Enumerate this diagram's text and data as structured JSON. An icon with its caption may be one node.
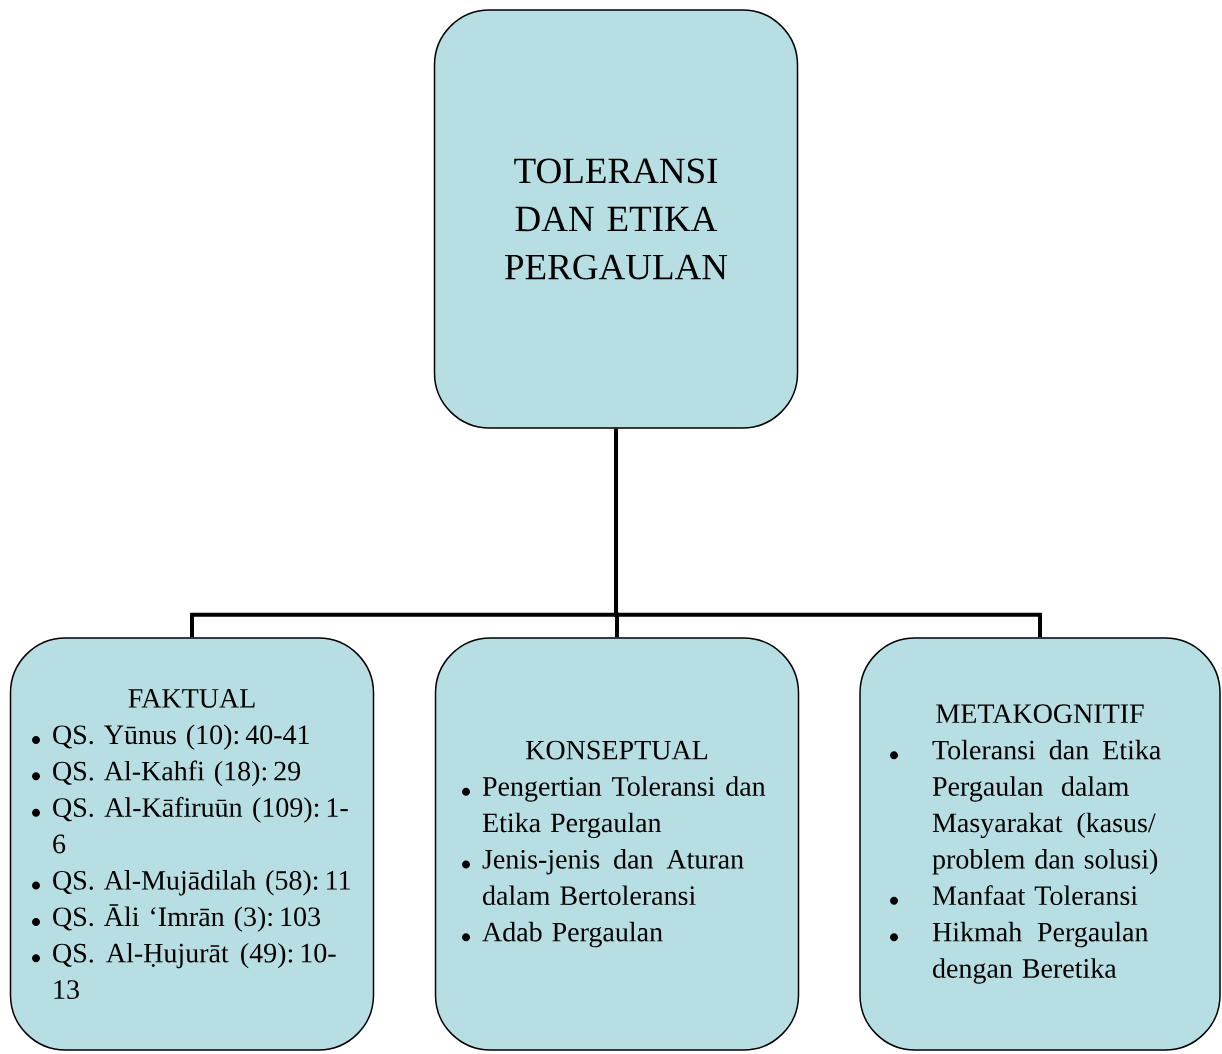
{
  "diagram": {
    "nodes": [
      {
        "text": [
          "TOLERANSI DAN ETIKA PERGAULAN"
        ]
      },
      {
        "text": [
          "FAKTUAL",
          "QS. Yūnus (10): 40-41",
          "QS. Al-Kahfi (18): 29",
          "QS. Al-Kāfiruūn (109): 1-6",
          "QS. Al-Mujādilah (58): 11",
          "QS. Āli ‘Imrān (3): 103",
          "QS. Al-Ḥujurāt (49): 10-13"
        ]
      },
      {
        "text": [
          "KONSEPTUAL",
          "Pengertian Toleransi dan Etika Pergaulan",
          "Jenis-jenis dan Aturan dalam Bertoleransi",
          "Adab Pergaulan"
        ]
      },
      {
        "text": [
          "METAKOGNITIF",
          "Toleransi dan Etika Pergaulan dalam Masyarakat (kasus/ problem dan solusi)",
          "Manfaat Toleransi",
          "Hikmah Pergaulan dengan Beretika"
        ]
      }
    ],
    "edges": [
      {
        "from": 0,
        "to": 1,
        "arrow": "none"
      },
      {
        "from": 0,
        "to": 2,
        "arrow": "none"
      },
      {
        "from": 0,
        "to": 3,
        "arrow": "none"
      }
    ]
  }
}
